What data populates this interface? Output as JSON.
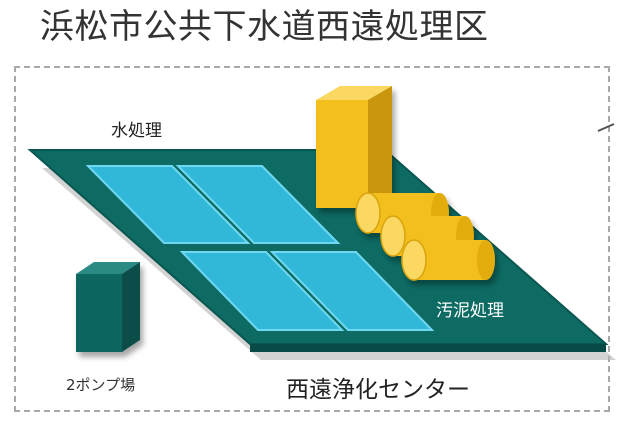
{
  "title": "浜松市公共下水道西遠処理区",
  "labels": {
    "water_treatment": "水処理",
    "sludge_treatment": "汚泥処理",
    "pump_station": "2ポンプ場",
    "treatment_center": "西遠浄化センター"
  },
  "colors": {
    "platform": "#0d6b63",
    "platform_top": "#137a71",
    "tank_fill": "#31b8d9",
    "tank_border": "#5fd3ee",
    "building": "#f2bf1a",
    "building_side": "#c9960a",
    "building_top": "#fbd862",
    "pump_front": "#0f6661",
    "pump_side": "#0a4d49",
    "pump_top": "#2a8a84",
    "title_text": "#333333",
    "frame_border": "#a9a9a9"
  }
}
